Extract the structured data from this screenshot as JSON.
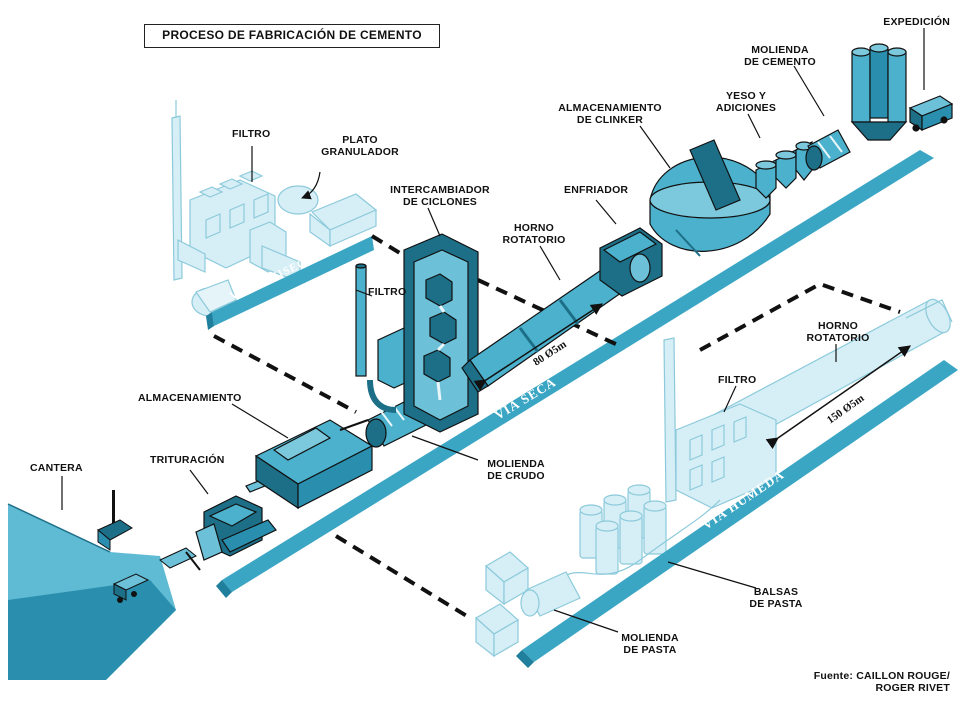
{
  "title": "PROCESO DE FABRICACIÓN DE CEMENTO",
  "labels": {
    "cantera": "CANTERA",
    "trituracion": "TRITURACIÓN",
    "almacenamiento": "ALMACENAMIENTO",
    "filtro_semiseca": "FILTRO",
    "plato_granulador_1": "PLATO",
    "plato_granulador_2": "GRANULADOR",
    "filtro_seca": "FILTRO",
    "intercambiador_1": "INTERCAMBIADOR",
    "intercambiador_2": "DE CICLONES",
    "horno_seca_1": "HORNO",
    "horno_seca_2": "ROTATORIO",
    "enfriador": "ENFRIADOR",
    "almacenamiento_clinker_1": "ALMACENAMIENTO",
    "almacenamiento_clinker_2": "DE CLINKER",
    "yeso_1": "YESO Y",
    "yeso_2": "ADICIONES",
    "molienda_cemento_1": "MOLIENDA",
    "molienda_cemento_2": "DE CEMENTO",
    "expedicion": "EXPEDICIÓN",
    "molienda_crudo_1": "MOLIENDA",
    "molienda_crudo_2": "DE CRUDO",
    "horno_humeda_1": "HORNO",
    "horno_humeda_2": "ROTATORIO",
    "filtro_humeda": "FILTRO",
    "balsas_1": "BALSAS",
    "balsas_2": "DE PASTA",
    "molienda_pasta_1": "MOLIENDA",
    "molienda_pasta_2": "DE PASTA",
    "fuente_1": "Fuente: CAILLON ROUGE/",
    "fuente_2": "ROGER RIVET"
  },
  "bands": {
    "semiseca": "VIA SEMISECA",
    "seca": "VIA SECA",
    "humeda": "VIA HUMEDA"
  },
  "dimensions": {
    "horno_seca": "80 Ø5m",
    "horno_humeda": "150 Ø5m"
  },
  "colors": {
    "band": "#3aa6c4",
    "band_dark": "#1f7f9c",
    "machine": "#4bb1cc",
    "machine_dark": "#1d6f88",
    "faded": "#cfeaf2",
    "faded_edge": "#8ccadb",
    "quarry_light": "#5fbad3",
    "quarry_dark": "#2a8fae"
  }
}
